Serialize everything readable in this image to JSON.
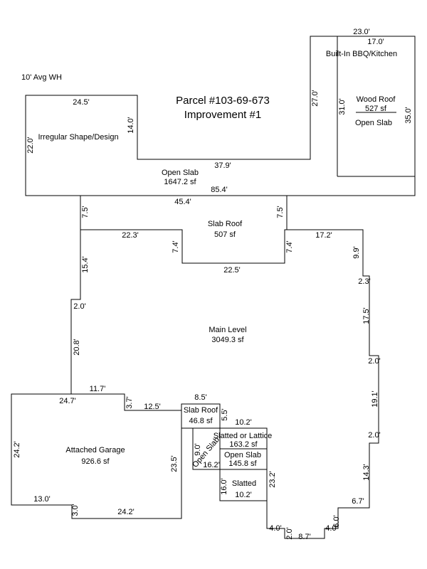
{
  "header": {
    "note": "10' Avg WH",
    "parcel": "Parcel #103-69-673",
    "improvement": "Improvement #1"
  },
  "areas": {
    "bbq": "Built-In BBQ/Kitchen",
    "wood_roof": "Wood Roof",
    "wood_roof_sf": "527 sf",
    "bbq_open_slab": "Open Slab",
    "irregular": "Irregular Shape/Design",
    "open_slab": "Open Slab",
    "open_slab_sf": "1647.2 sf",
    "slab_roof": "Slab Roof",
    "slab_roof_sf": "507 sf",
    "main_level": "Main Level",
    "main_level_sf": "3049.3 sf",
    "garage": "Attached Garage",
    "garage_sf": "926.6 sf",
    "small_slab_roof": "Slab Roof",
    "small_slab_roof_sf": "46.8 sf",
    "lattice": "Slatted or Lattice",
    "lattice_sf": "163.2 sf",
    "open_slab_2": "Open Slab",
    "open_slab_2_sf": "145.8 sf",
    "open_slab_diag": "Open Slab",
    "slatted": "Slatted"
  },
  "dims": {
    "d_23_0": "23.0'",
    "d_17_0": "17.0'",
    "d_27_0": "27.0'",
    "d_31_0": "31.0'",
    "d_35_0": "35.0'",
    "d_24_5": "24.5'",
    "d_14_0": "14.0'",
    "d_22_0": "22.0'",
    "d_37_9": "37.9'",
    "d_85_4": "85.4'",
    "d_45_4": "45.4'",
    "d_7_5a": "7.5'",
    "d_7_5b": "7.5'",
    "d_22_3": "22.3'",
    "d_7_4a": "7.4'",
    "d_7_4b": "7.4'",
    "d_17_2": "17.2'",
    "d_22_5": "22.5'",
    "d_9_9": "9.9'",
    "d_2_3": "2.3'",
    "d_15_4": "15.4'",
    "d_2_0a": "2.0'",
    "d_17_5": "17.5'",
    "d_20_8": "20.8'",
    "d_2_0b": "2.0'",
    "d_19_1": "19.1'",
    "d_2_0c": "2.0'",
    "d_11_7": "11.7'",
    "d_24_7": "24.7'",
    "d_3_7": "3.7'",
    "d_12_5": "12.5'",
    "d_8_5": "8.5'",
    "d_5_5": "5.5'",
    "d_10_2a": "10.2'",
    "d_24_2": "24.2'",
    "d_23_5": "23.5'",
    "d_9_0": "9.0'",
    "d_16_2": "16.2'",
    "d_16_0": "16.0'",
    "d_10_2b": "10.2'",
    "d_23_2": "23.2'",
    "d_14_3": "14.3'",
    "d_6_7": "6.7'",
    "d_13_0": "13.0'",
    "d_3_0": "3.0'",
    "d_24_2b": "24.2'",
    "d_4_0a": "4.0'",
    "d_2_0d": "2.0'",
    "d_8_7": "8.7'",
    "d_4_0b": "4.0'",
    "d_6_0": "6.0'"
  }
}
